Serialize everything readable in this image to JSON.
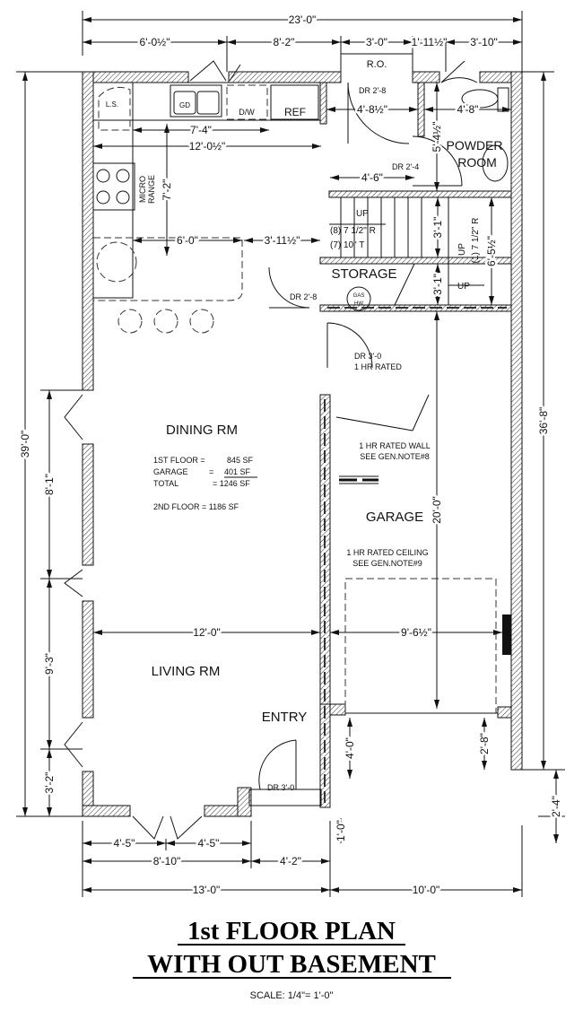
{
  "title": {
    "line1": "1st FLOOR PLAN",
    "line2": "WITH OUT BASEMENT",
    "scale": "SCALE: 1/4\"= 1'-0\""
  },
  "rooms": {
    "dining": "DINING RM",
    "living": "LIVING RM",
    "entry": "ENTRY",
    "garage": "GARAGE",
    "storage": "STORAGE",
    "powder1": "POWDER",
    "powder2": "ROOM"
  },
  "fixtures": {
    "ls": "L.S.",
    "gd": "GD",
    "dw": "D/W",
    "ref": "REF",
    "micro": "MICRO",
    "range": "RANGE",
    "gas": "GAS",
    "hw": "HW"
  },
  "areas": {
    "first_label": "1ST FLOOR =",
    "first_value": "845 SF",
    "garage_label": "GARAGE",
    "garage_eq": "=",
    "garage_value": "401 SF",
    "total_label": "TOTAL",
    "total_value": "= 1246 SF",
    "second": "2ND FLOOR = 1186 SF"
  },
  "notes": {
    "wall1": "1 HR RATED WALL",
    "wall2": "SEE GEN.NOTE#8",
    "ceil1": "1 HR RATED CEILING",
    "ceil2": "SEE GEN.NOTE#9",
    "door_garage1": "DR 3'-0",
    "door_garage2": "1 HR RATED",
    "door_rear": "DR 2'-8",
    "door_powder": "DR 2'-4",
    "door_storage": "DR 2'-8",
    "door_entry": "DR 3'-0",
    "ro": "R.O.",
    "stair_up": "UP",
    "stair_risers": "(8) 7 1/2\" R",
    "stair_treads": "(7) 10\" T",
    "stair2_up": "UP",
    "stair2_riser": "(1) 7 1/2\" R",
    "stair3_up": "UP"
  },
  "dims": {
    "overall_top": "23'-0\"",
    "top_a": "6'-0½\"",
    "top_b": "8'-2\"",
    "top_c": "3'-0\"",
    "top_d": "1'-11½\"",
    "top_e": "3'-10\"",
    "kitchen_7_4": "7'-4\"",
    "kitchen_12_0h": "12'-0½\"",
    "kitchen_7_2": "7'-2\"",
    "kitchen_6_0": "6'-0\"",
    "kitchen_3_11": "3'-11½\"",
    "rear_4_8h": "4'-8½\"",
    "powder_4_8": "4'-8\"",
    "powder_5_4": "5'-4½\"",
    "stair_4_6": "4'-6\"",
    "stair_3_1a": "3'-1\"",
    "stair_3_1b": "3'-1\"",
    "stair_6_5": "6'-5½\"",
    "garage_20_0": "20'-0\"",
    "garage_9_6": "9'-6½\"",
    "living_12_0": "12'-0\"",
    "left_overall": "39'-0\"",
    "left_8_1": "8'-1\"",
    "left_9_3": "9'-3\"",
    "left_3_2": "3'-2\"",
    "right_overall": "36'-8\"",
    "right_2_4": "2'-4\"",
    "garage_4_0": "4'-0\"",
    "garage_2_8": "2'-8\"",
    "entry_1_0": "1'-0\"",
    "bot_4_5a": "4'-5\"",
    "bot_4_5b": "4'-5\"",
    "bot_8_10": "8'-10\"",
    "bot_4_2": "4'-2\"",
    "bot_13_0": "13'-0\"",
    "bot_10_0": "10'-0\""
  }
}
